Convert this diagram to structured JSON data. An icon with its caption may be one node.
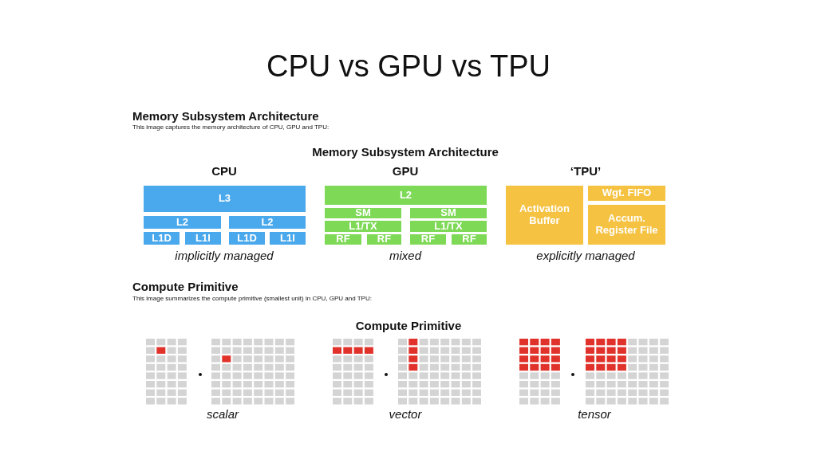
{
  "diagram": {
    "title": "CPU vs GPU vs TPU",
    "nodes": [
      {
        "text": [
          "L3"
        ]
      },
      {
        "text": [
          "L2"
        ]
      },
      {
        "text": [
          "L2"
        ]
      },
      {
        "text": [
          "L1D"
        ]
      },
      {
        "text": [
          "L1I"
        ]
      },
      {
        "text": [
          "L1D"
        ]
      },
      {
        "text": [
          "L1I"
        ]
      },
      {
        "text": [
          "L2"
        ]
      },
      {
        "text": [
          "SM"
        ]
      },
      {
        "text": [
          "SM"
        ]
      },
      {
        "text": [
          "L1/TX"
        ]
      },
      {
        "text": [
          "L1/TX"
        ]
      },
      {
        "text": [
          "RF"
        ]
      },
      {
        "text": [
          "RF"
        ]
      },
      {
        "text": [
          "RF"
        ]
      },
      {
        "text": [
          "RF"
        ]
      },
      {
        "text": [
          "Activation Buffer"
        ]
      },
      {
        "text": [
          "Wgt. FIFO"
        ]
      },
      {
        "text": [
          "Accum. Register File"
        ]
      }
    ],
    "edges": [],
    "labels": [
      "Memory Subsystem Architecture",
      "This image captures the memory architecture of CPU, GPU and TPU:",
      "Memory Subsystem Architecture",
      "CPU",
      "GPU",
      "‘TPU’",
      "implicitly managed",
      "mixed",
      "explicitly managed",
      "Compute Primitive",
      "This image summarizes the compute primitive (smallest unit) in CPU, GPU and TPU:",
      "Compute Primitive",
      "scalar",
      "vector",
      "tensor"
    ]
  }
}
